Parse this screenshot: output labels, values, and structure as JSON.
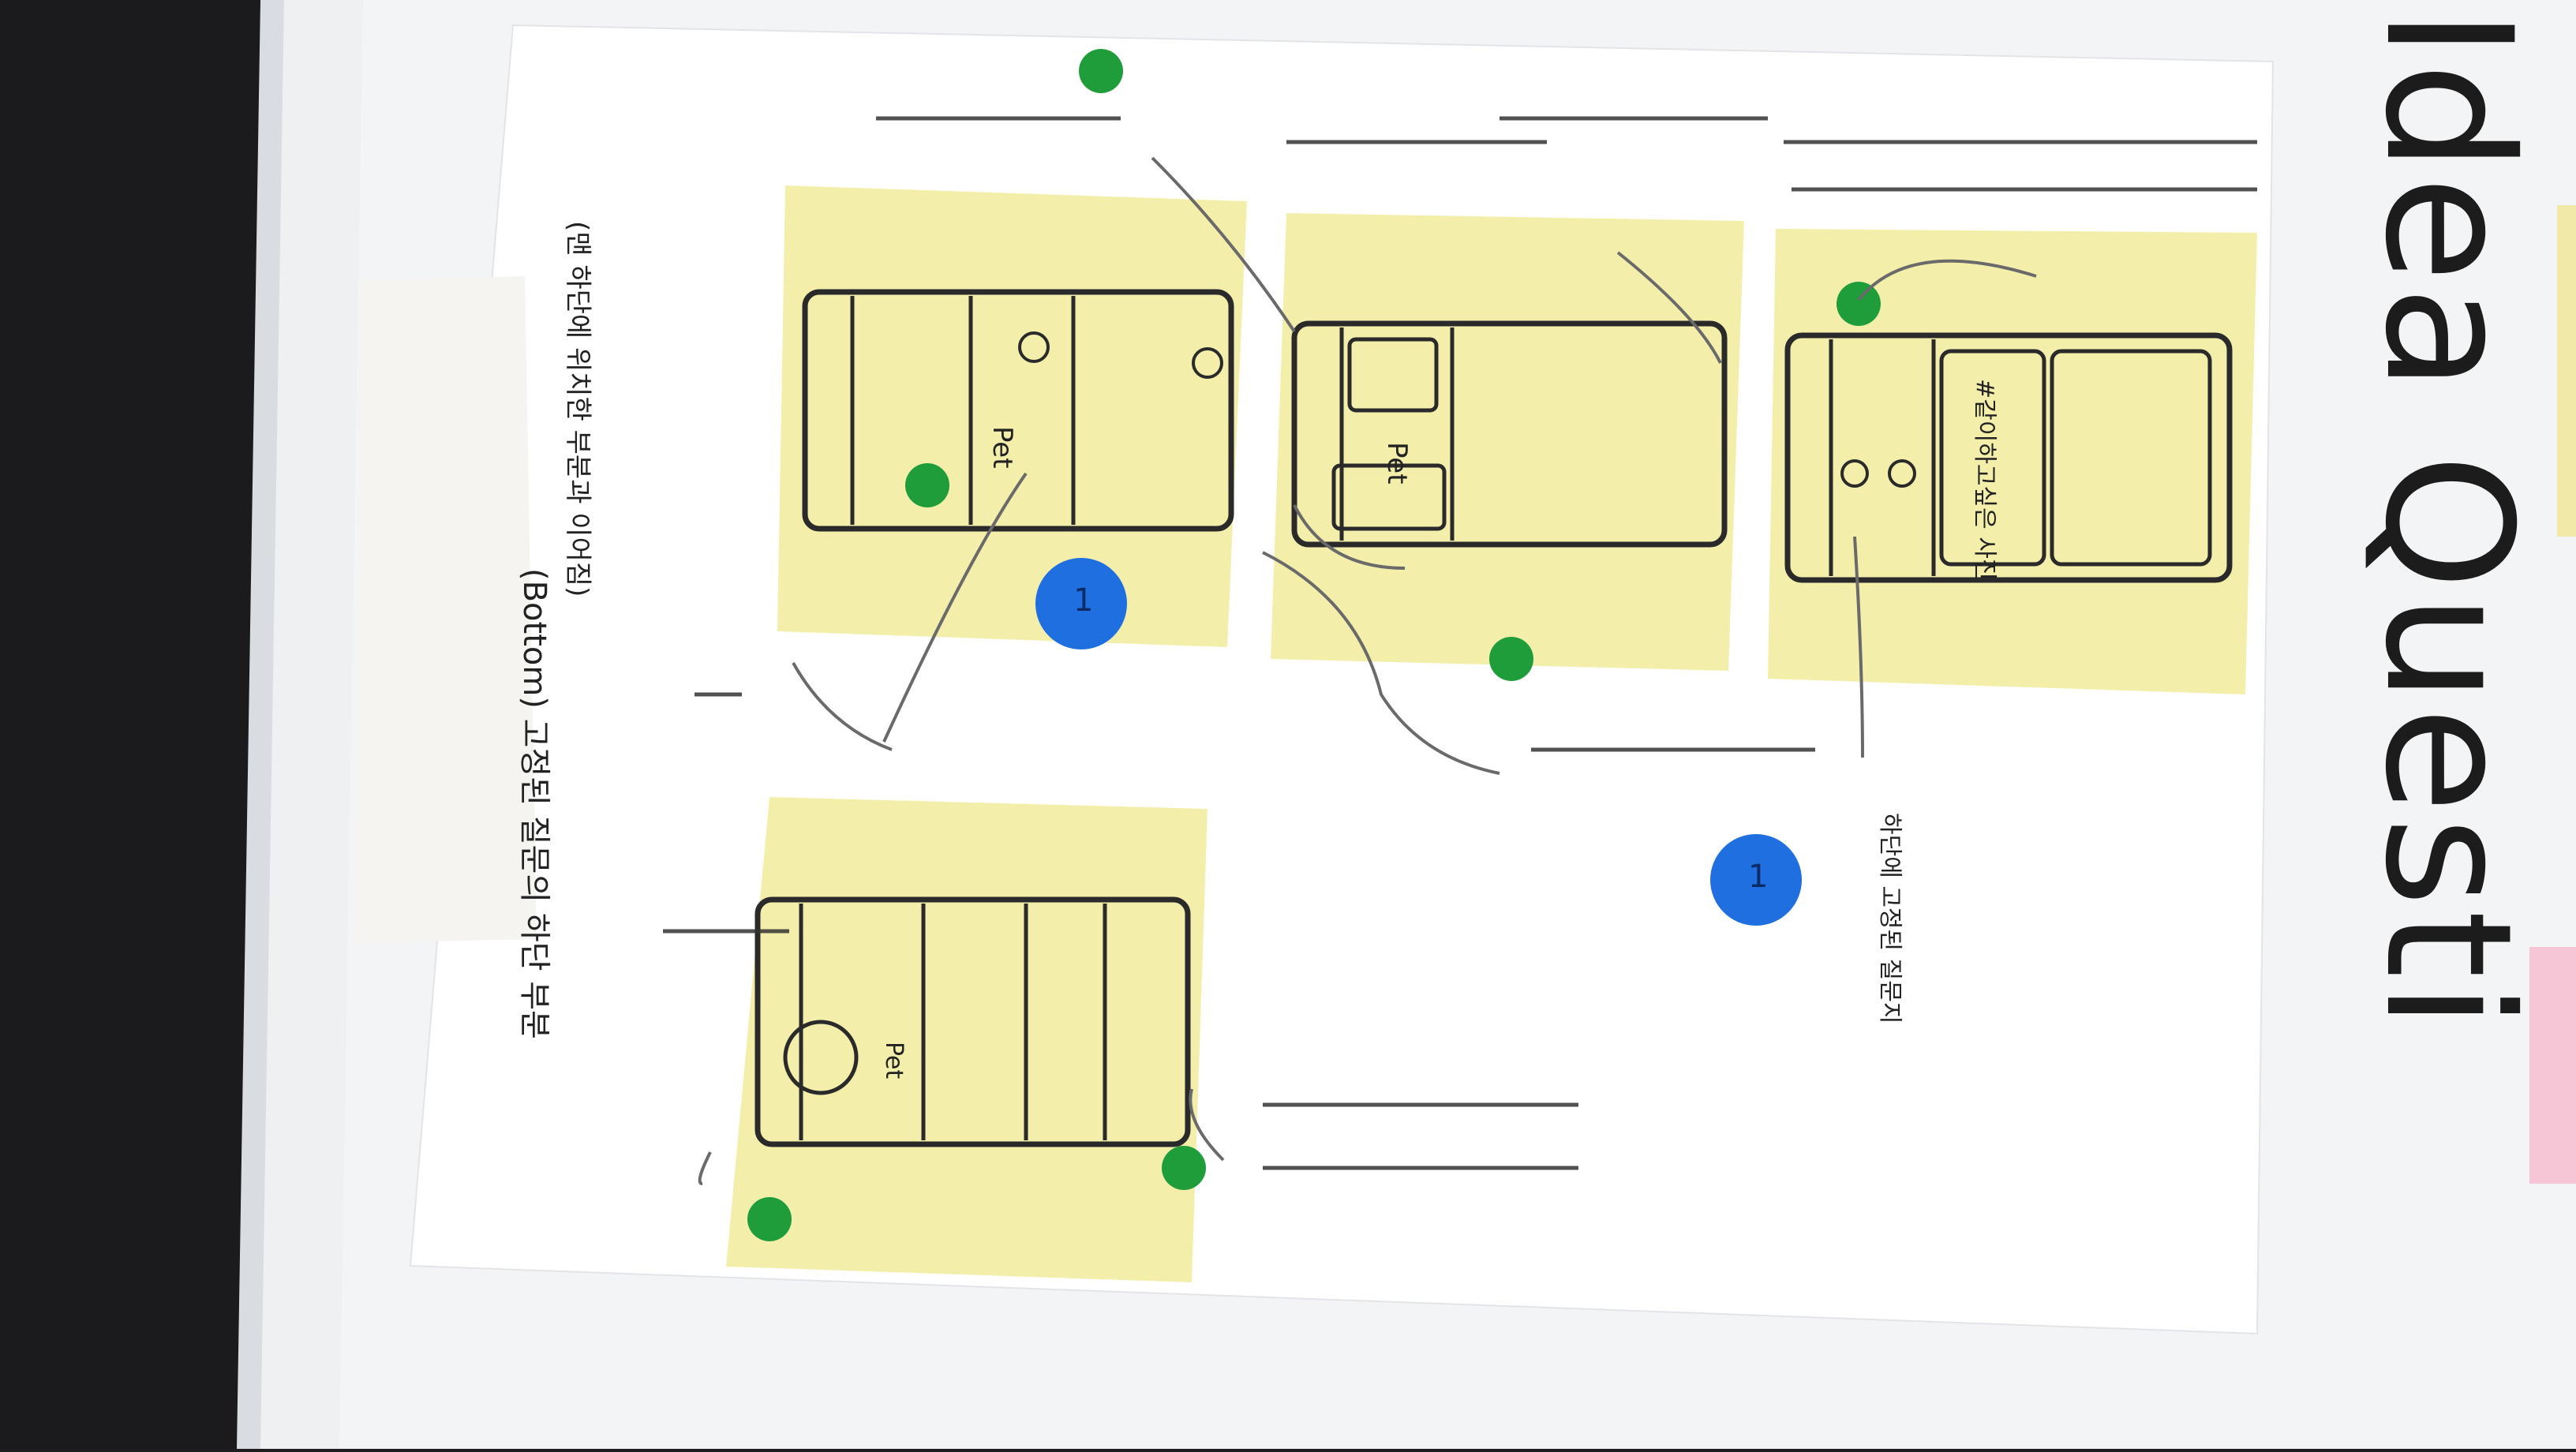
{
  "whiteboard": {
    "heading_rotated": "Idea Questi",
    "colors": {
      "frame": "#e9ebee",
      "board": "#f3f4f6",
      "paper": "#ffffff",
      "sticky": "#f3efaa",
      "ink": "#2a2a2a",
      "dot_green": "#1f9d3a",
      "dot_blue": "#1f6fe0",
      "tape": "#f4f2ee",
      "pink_note": "#f6c6d6"
    }
  },
  "stickies": [
    {
      "id": "screen-1",
      "title": "#같이하고싶은 사진",
      "dots": [
        "green"
      ],
      "votes": ""
    },
    {
      "id": "screen-2",
      "title": "Pet",
      "dots": [
        "green"
      ],
      "votes": ""
    },
    {
      "id": "screen-3",
      "title": "Pet",
      "dots": [
        "green",
        "blue"
      ],
      "votes": "1"
    },
    {
      "id": "screen-4",
      "title": "Pet",
      "dots": [
        "green",
        "green"
      ],
      "votes": ""
    }
  ],
  "blue_dots": [
    {
      "label": "1"
    },
    {
      "label": "1"
    }
  ],
  "handwritten_notes": [
    "(Bottom) 고정된 질문의 하단 부분",
    "하단에 고정된 질문지",
    "(맨 하단에 위치한 부분과 이어짐)"
  ],
  "icons": [
    "sticky-note-icon",
    "pen-annotation-icon"
  ]
}
